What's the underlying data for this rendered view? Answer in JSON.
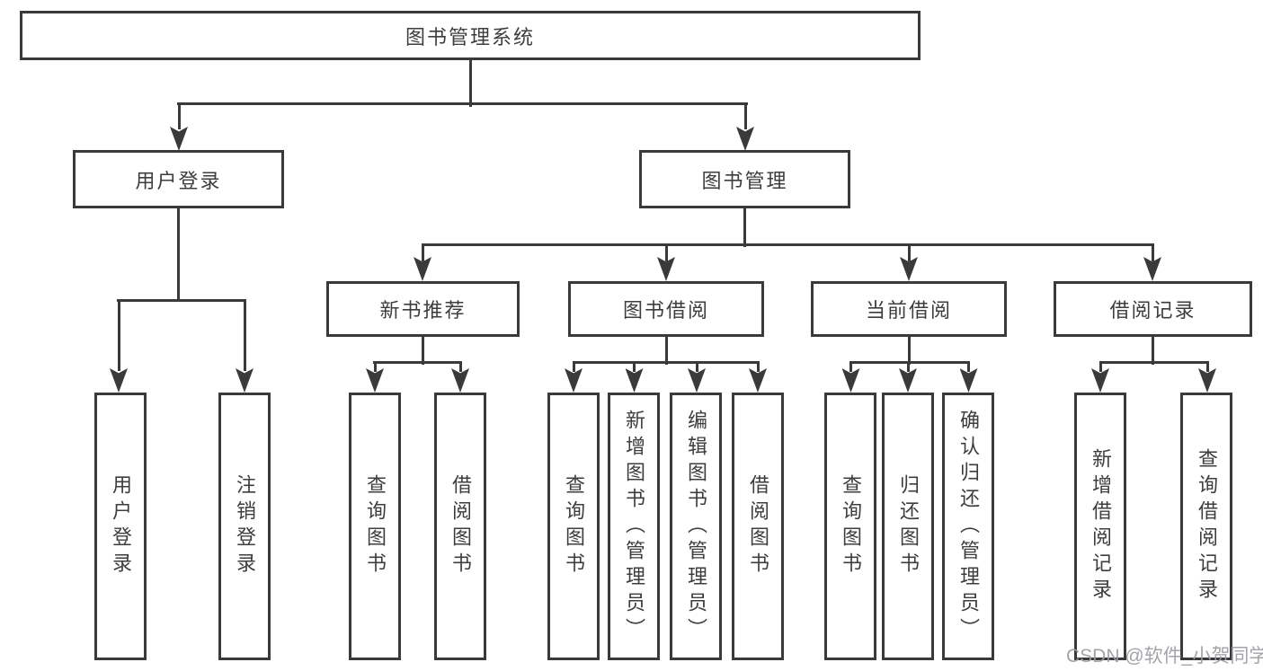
{
  "tree": {
    "root": {
      "label": "图书管理系统"
    },
    "login": {
      "label": "用户登录",
      "children": [
        {
          "label": "用户登录"
        },
        {
          "label": "注销登录"
        }
      ]
    },
    "management": {
      "label": "图书管理",
      "sections": [
        {
          "label": "新书推荐",
          "children": [
            {
              "label": "查询图书"
            },
            {
              "label": "借阅图书"
            }
          ]
        },
        {
          "label": "图书借阅",
          "children": [
            {
              "label": "查询图书"
            },
            {
              "label": "新增图书（管理员）"
            },
            {
              "label": "编辑图书（管理员）"
            },
            {
              "label": "借阅图书"
            }
          ]
        },
        {
          "label": "当前借阅",
          "children": [
            {
              "label": "查询图书"
            },
            {
              "label": "归还图书"
            },
            {
              "label": "确认归还（管理员）"
            }
          ]
        },
        {
          "label": "借阅记录",
          "children": [
            {
              "label": "新增借阅记录"
            },
            {
              "label": "查询借阅记录"
            }
          ]
        }
      ]
    }
  },
  "watermark": {
    "text": "CSDN @软件_小贺同学"
  },
  "colors": {
    "line": "#3a3a3a",
    "text": "#3d3d3d",
    "background": "#ffffff",
    "watermark": "#9c9ca2"
  }
}
